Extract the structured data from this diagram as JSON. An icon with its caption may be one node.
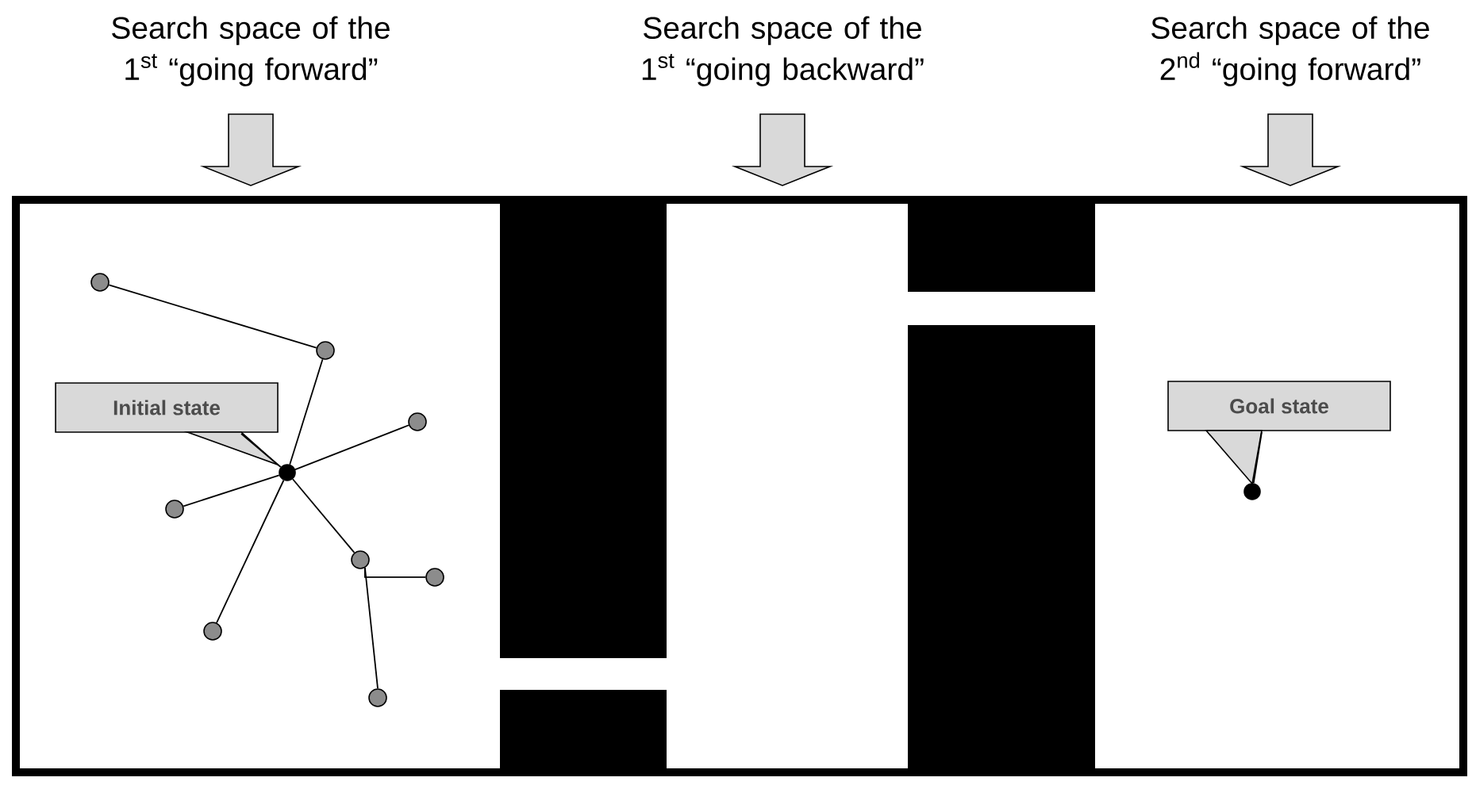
{
  "diagram": {
    "nodes": [
      {
        "text": [
          "Initial state"
        ]
      },
      {
        "text": [
          "Goal state"
        ]
      },
      {
        "text": [],
        "shape": "circle"
      },
      {
        "text": [],
        "shape": "circle"
      },
      {
        "text": [],
        "shape": "circle"
      },
      {
        "text": [],
        "shape": "circle"
      },
      {
        "text": [],
        "shape": "circle"
      },
      {
        "text": [],
        "shape": "circle"
      },
      {
        "text": [],
        "shape": "circle"
      },
      {
        "text": [],
        "shape": "circle"
      },
      {
        "text": [],
        "shape": "circle"
      },
      {
        "text": [],
        "shape": "circle"
      }
    ],
    "edges": [
      {
        "from": 2,
        "to": 3,
        "arrow": "none"
      },
      {
        "from": 3,
        "to": 5,
        "arrow": "none"
      },
      {
        "from": 5,
        "to": 4,
        "arrow": "none"
      },
      {
        "from": 5,
        "to": 6,
        "arrow": "none"
      },
      {
        "from": 5,
        "to": 7,
        "arrow": "none"
      },
      {
        "from": 5,
        "to": 9,
        "arrow": "none"
      },
      {
        "from": 7,
        "to": 8,
        "arrow": "none"
      },
      {
        "from": 7,
        "to": 10,
        "arrow": "none"
      },
      {
        "from": 0,
        "to": 5,
        "arrow": "none"
      },
      {
        "from": 1,
        "to": 11,
        "arrow": "none"
      }
    ],
    "labels": [
      "Search space of the 1$^{st}$ “going forward”",
      "Search space of the 1$^{st}$ “going backward”",
      "Search space of the 2$^{nd}$ “going forward”"
    ]
  }
}
